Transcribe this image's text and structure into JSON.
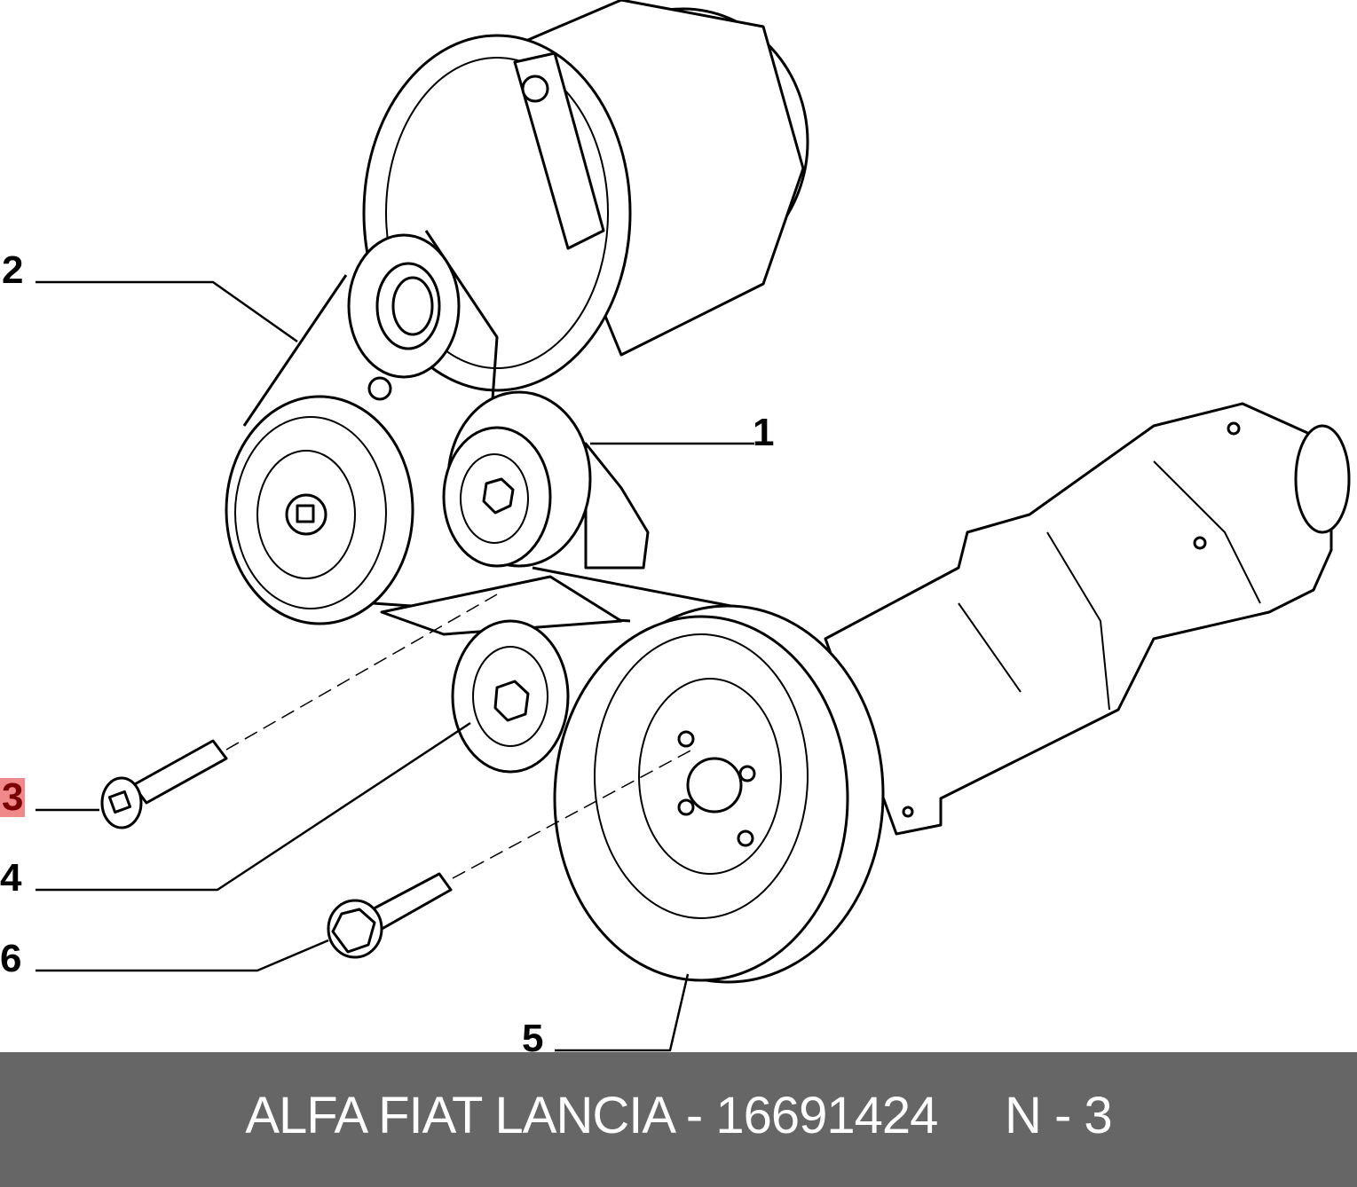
{
  "diagram": {
    "callouts": [
      {
        "id": "1",
        "label": "1"
      },
      {
        "id": "2",
        "label": "2"
      },
      {
        "id": "3",
        "label": "3",
        "highlighted": true
      },
      {
        "id": "4",
        "label": "4"
      },
      {
        "id": "5",
        "label": "5"
      },
      {
        "id": "6",
        "label": "6"
      }
    ],
    "highlight_color": "#f08a8a"
  },
  "footer": {
    "text": "ALFA FIAT LANCIA - 16691424     N - 3",
    "background": "#666666"
  }
}
